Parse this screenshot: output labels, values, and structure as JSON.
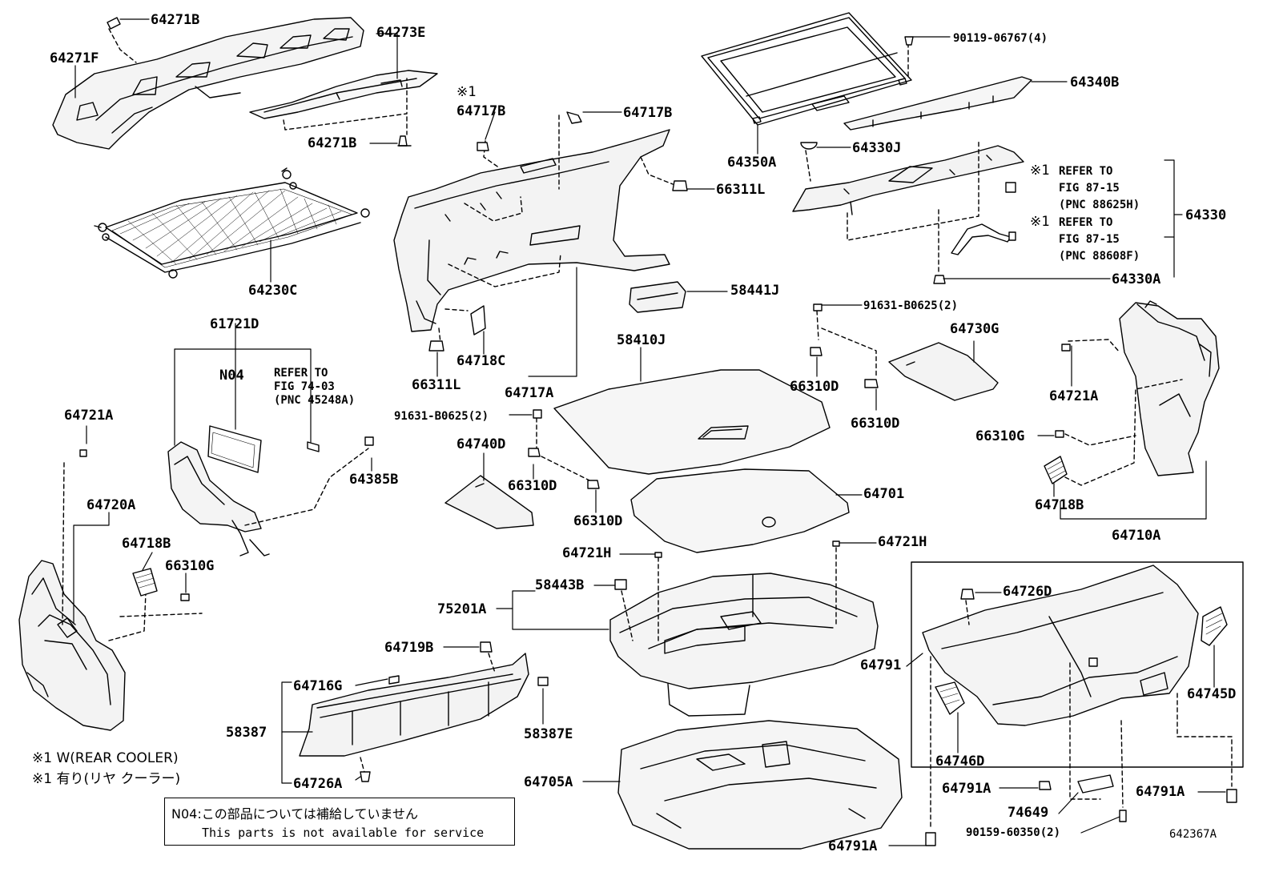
{
  "diagram_id": "642367A",
  "parts": {
    "p64271B_top": "64271B",
    "p64271F": "64271F",
    "p64273E": "64273E",
    "p64271B_bot": "64271B",
    "p64230C": "64230C",
    "p61721D": "61721D",
    "pN04": "N04",
    "p64385B": "64385B",
    "p64721A_left": "64721A",
    "p64720A": "64720A",
    "p64718B_left": "64718B",
    "p66310G_left": "66310G",
    "x1_mark": "※1",
    "p64717B_left": "64717B",
    "p64717B_right": "64717B",
    "p66311L_right": "66311L",
    "p58441J": "58441J",
    "p64718C": "64718C",
    "p66311L_left": "66311L",
    "p64717A": "64717A",
    "p58410J": "58410J",
    "p91631_left": "91631-B0625(2)",
    "p64740D": "64740D",
    "p66310D_a": "66310D",
    "p66310D_b": "66310D",
    "p64701": "64701",
    "p90119": "90119-06767(4)",
    "p64340B": "64340B",
    "p64350A": "64350A",
    "p64330J": "64330J",
    "p64330": "64330",
    "p64330A": "64330A",
    "p91631_right": "91631-B0625(2)",
    "p64730G": "64730G",
    "p66310D_c": "66310D",
    "p66310D_d": "66310D",
    "p64721A_right": "64721A",
    "p66310G_right": "66310G",
    "p64718B_right": "64718B",
    "p64710A": "64710A",
    "p64721H_left": "64721H",
    "p64721H_right": "64721H",
    "p58443B": "58443B",
    "p75201A": "75201A",
    "p64719B": "64719B",
    "p64716G": "64716G",
    "p58387": "58387",
    "p58387E": "58387E",
    "p64726A": "64726A",
    "p64705A": "64705A",
    "p64726D": "64726D",
    "p64791": "64791",
    "p64745D": "64745D",
    "p64746D": "64746D",
    "p64791A_a": "64791A",
    "p64791A_b": "64791A",
    "p64791A_c": "64791A",
    "p74649": "74649",
    "p90159": "90159-60350(2)"
  },
  "refers": {
    "fig74": [
      "REFER TO",
      "FIG 74-03",
      "(PNC 45248A)"
    ],
    "fig87a": [
      "REFER TO",
      "FIG 87-15",
      "(PNC 88625H)"
    ],
    "fig87b": [
      "REFER TO",
      "FIG 87-15",
      "(PNC 88608F)"
    ]
  },
  "notes": {
    "x1_en": "※1 W(REAR COOLER)",
    "x1_ja": "※1 有り(リヤ クーラー)",
    "notice_ja": "N04:この部品については補給していません",
    "notice_en": "This parts is not available for service"
  }
}
